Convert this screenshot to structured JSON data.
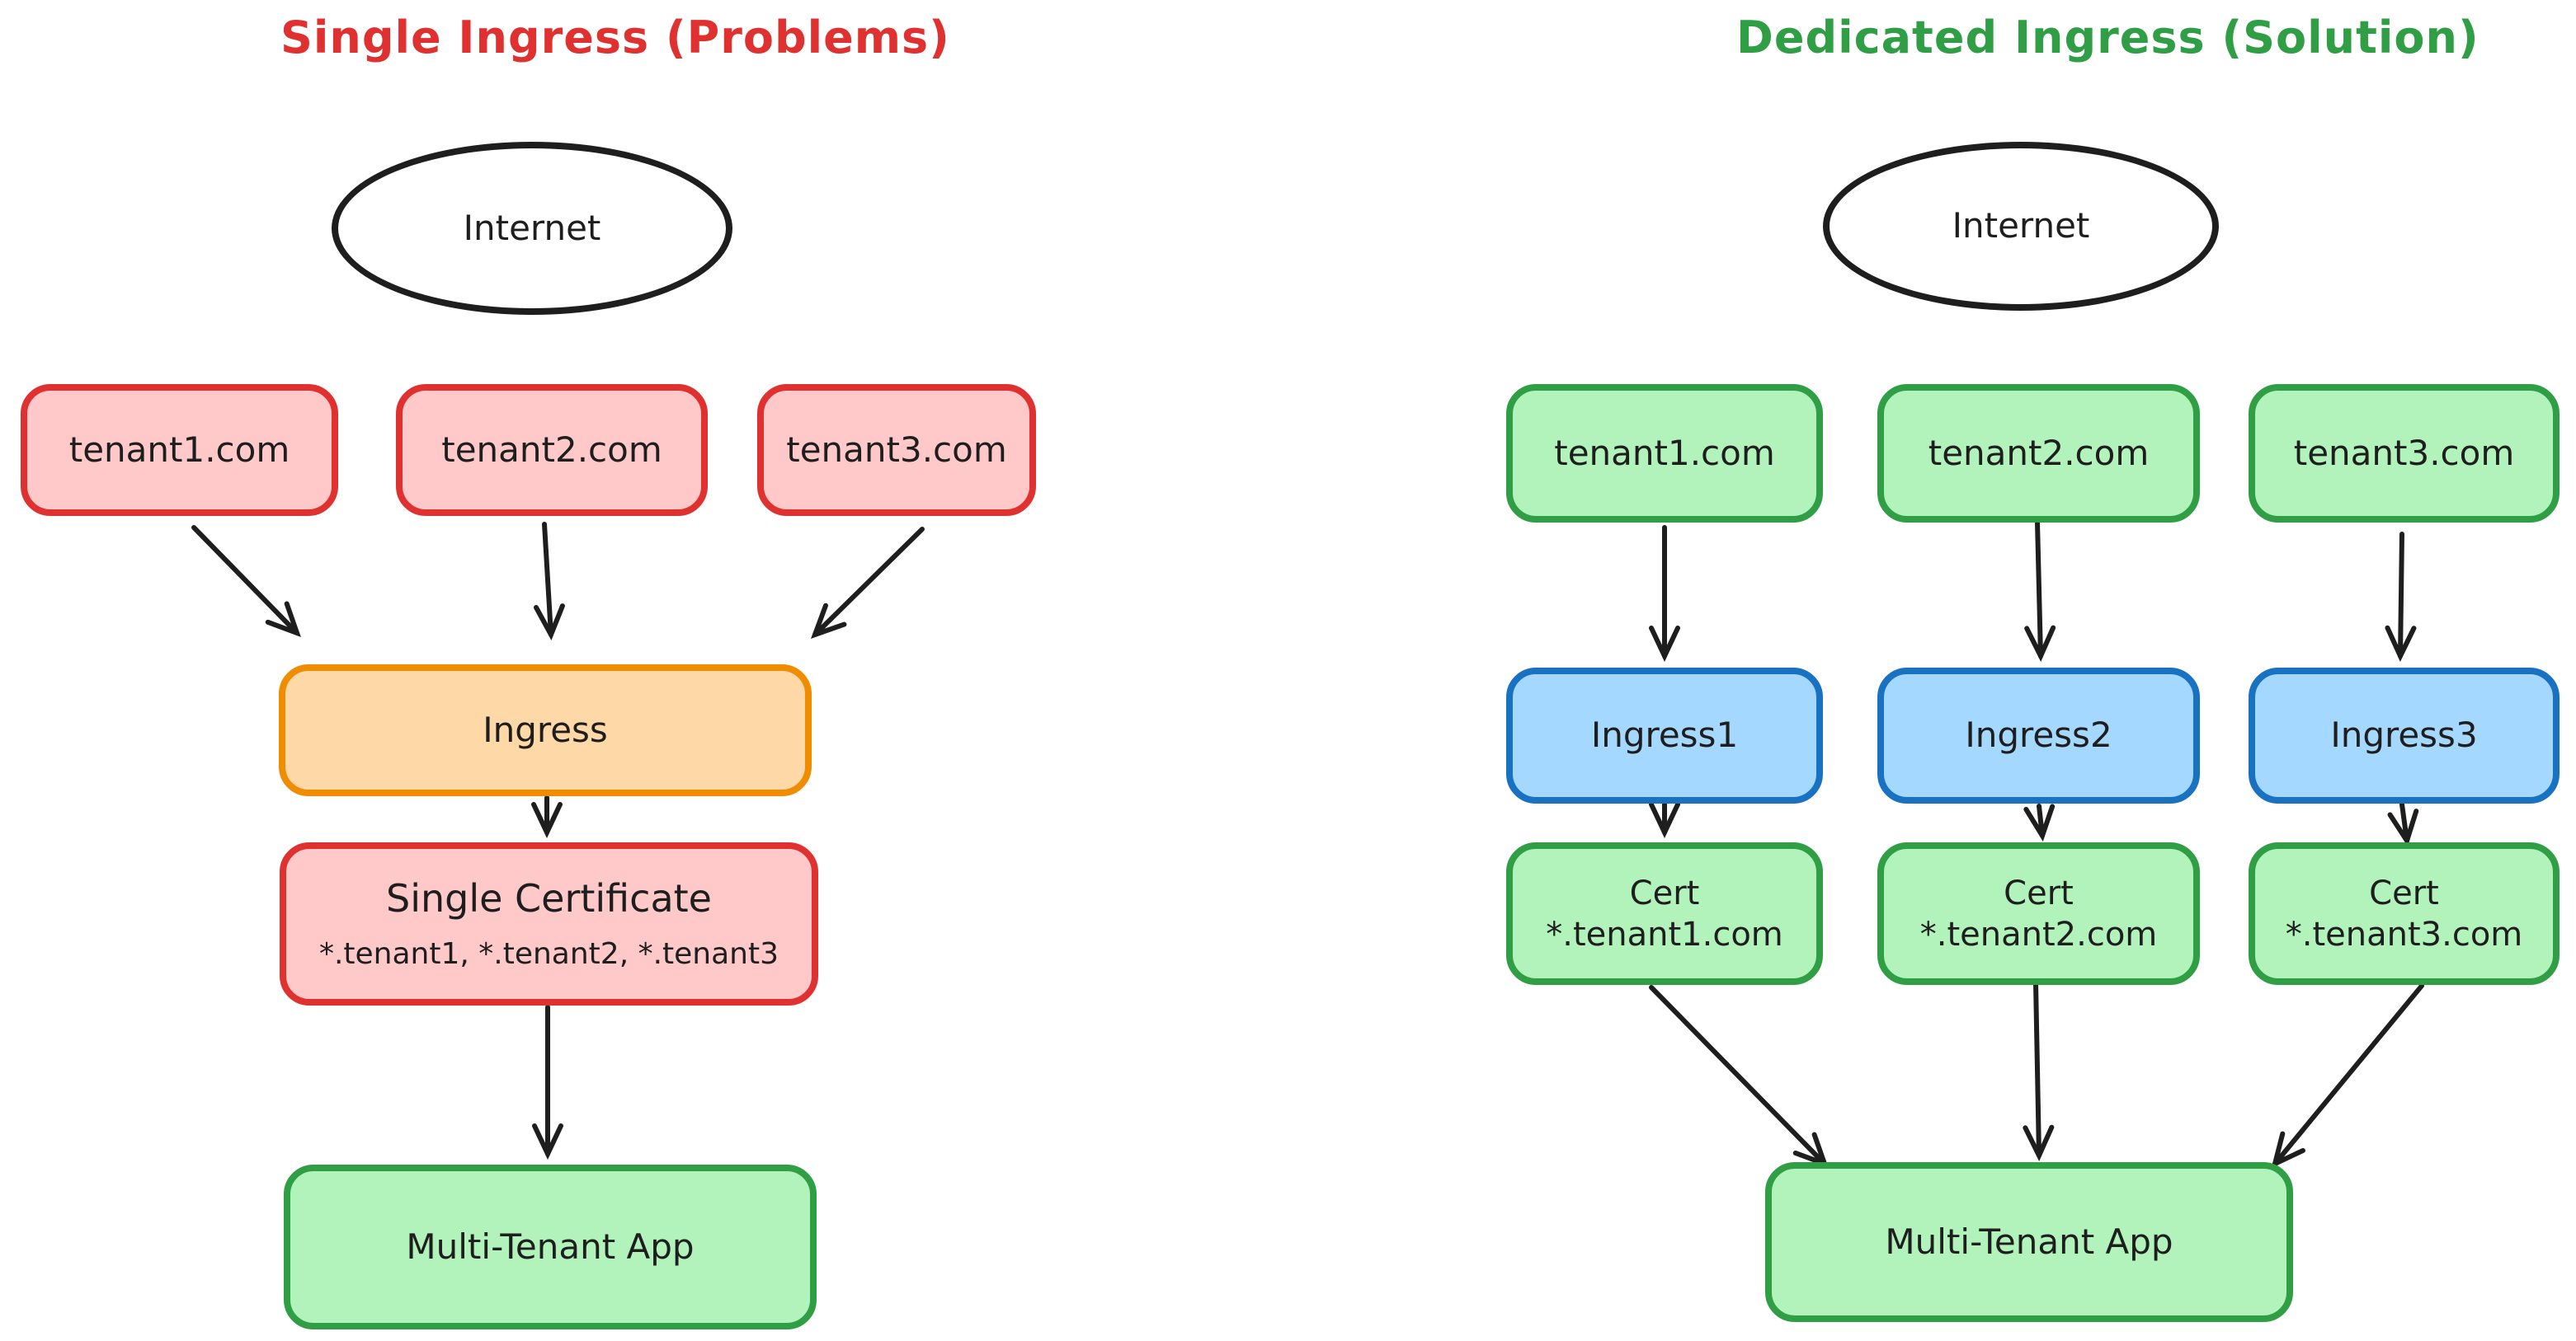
{
  "diagram": {
    "left": {
      "title": "Single Ingress (Problems)",
      "title_color": "#e03131",
      "internet_label": "Internet",
      "tenants": [
        "tenant1.com",
        "tenant2.com",
        "tenant3.com"
      ],
      "ingress_label": "Ingress",
      "certificate": {
        "title": "Single Certificate",
        "subtitle": "*.tenant1, *.tenant2, *.tenant3"
      },
      "app_label": "Multi-Tenant App"
    },
    "right": {
      "title": "Dedicated Ingress (Solution)",
      "title_color": "#2f9e44",
      "internet_label": "Internet",
      "tenants": [
        "tenant1.com",
        "tenant2.com",
        "tenant3.com"
      ],
      "ingresses": [
        "Ingress1",
        "Ingress2",
        "Ingress3"
      ],
      "certs": [
        {
          "title": "Cert",
          "subtitle": "*.tenant1.com"
        },
        {
          "title": "Cert",
          "subtitle": "*.tenant2.com"
        },
        {
          "title": "Cert",
          "subtitle": "*.tenant3.com"
        }
      ],
      "app_label": "Multi-Tenant App"
    },
    "edges": [
      {
        "from": "left-tenant1",
        "to": "left-ingress"
      },
      {
        "from": "left-tenant2",
        "to": "left-ingress"
      },
      {
        "from": "left-tenant3",
        "to": "left-ingress"
      },
      {
        "from": "left-ingress",
        "to": "left-single-certificate"
      },
      {
        "from": "left-single-certificate",
        "to": "left-multi-tenant-app"
      },
      {
        "from": "right-tenant1",
        "to": "right-ingress1"
      },
      {
        "from": "right-tenant2",
        "to": "right-ingress2"
      },
      {
        "from": "right-tenant3",
        "to": "right-ingress3"
      },
      {
        "from": "right-ingress1",
        "to": "right-cert1"
      },
      {
        "from": "right-ingress2",
        "to": "right-cert2"
      },
      {
        "from": "right-ingress3",
        "to": "right-cert3"
      },
      {
        "from": "right-cert1",
        "to": "right-multi-tenant-app"
      },
      {
        "from": "right-cert2",
        "to": "right-multi-tenant-app"
      },
      {
        "from": "right-cert3",
        "to": "right-multi-tenant-app"
      }
    ],
    "colors": {
      "red_stroke": "#e03131",
      "red_fill": "#ffc9c9",
      "orange_stroke": "#f08c00",
      "orange_fill": "#ffd8a8",
      "green_stroke": "#2f9e44",
      "green_fill": "#b2f2bb",
      "blue_stroke": "#1971c2",
      "blue_fill": "#a5d8ff",
      "line": "#1e1e1e",
      "background": "#ffffff"
    }
  }
}
